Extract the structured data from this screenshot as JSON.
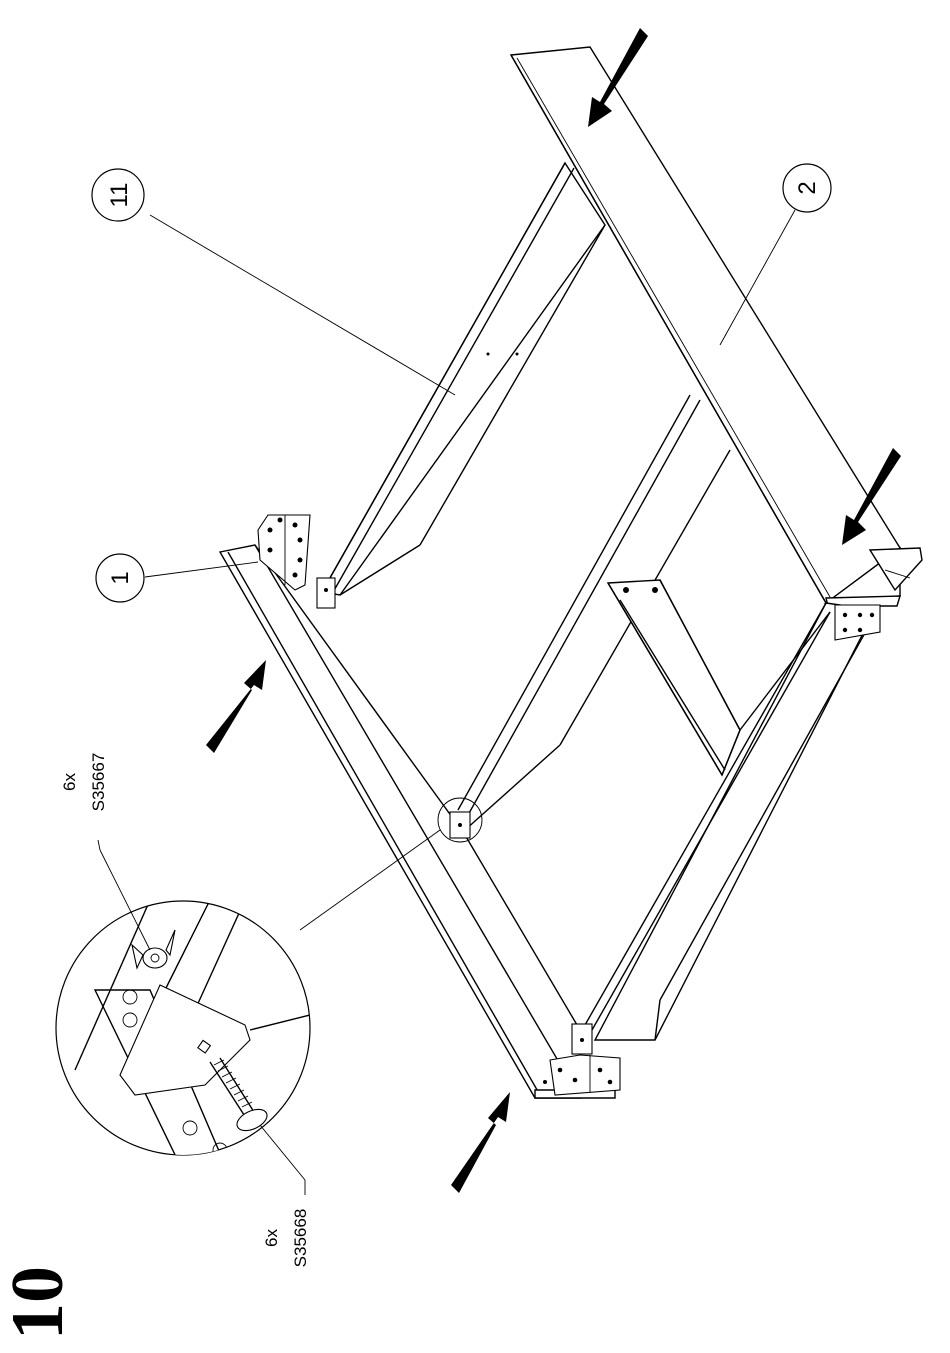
{
  "step": {
    "number": "10"
  },
  "callouts": [
    {
      "id": "callout-11",
      "label": "11"
    },
    {
      "id": "callout-2",
      "label": "2"
    },
    {
      "id": "callout-1",
      "label": "1"
    }
  ],
  "hardware": [
    {
      "id": "wing-nut",
      "quantity": "6x",
      "code": "S35667"
    },
    {
      "id": "carriage-bolt",
      "quantity": "6x",
      "code": "S35668"
    }
  ]
}
